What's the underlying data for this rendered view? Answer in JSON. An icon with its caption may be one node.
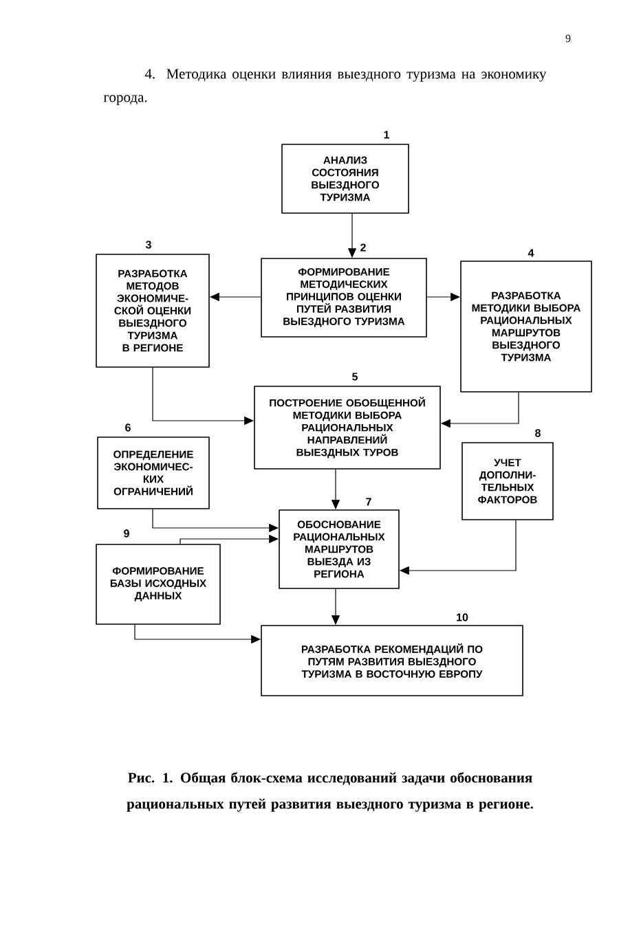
{
  "diagram": {
    "caption": "Рис. 1. Общая блок-схема исследований задачи обоснования рациональных путей развития выездного туризма в регионе.",
    "nodes": [
      {
        "text": [
          "АНАЛИЗ СОСТОЯНИЯ ВЫЕЗДНОГО ТУРИЗМА"
        ],
        "beside": [
          "1"
        ]
      },
      {
        "text": [
          "ФОРМИРОВАНИЕ МЕТОДИЧЕСКИХ ПРИНЦИПОВ ОЦЕНКИ ПУТЕЙ РАЗВИТИЯ ВЫЕЗДНОГО ТУРИЗМА"
        ],
        "beside": [
          "2"
        ]
      },
      {
        "text": [
          "РАЗРАБОТКА МЕТОДОВ ЭКОНОМИЧЕ-СКОЙ ОЦЕНКИ ВЫЕЗДНОГО ТУРИЗМА В РЕГИОНЕ"
        ],
        "beside": [
          "3"
        ]
      },
      {
        "text": [
          "РАЗРАБОТКА МЕТОДИКИ ВЫБОРА РАЦИОНАЛЬНЫХ МАРШРУТОВ ВЫЕЗДНОГО ТУРИЗМА"
        ],
        "beside": [
          "4"
        ]
      },
      {
        "text": [
          "ПОСТРОЕНИЕ ОБОБЩЕННОЙ МЕТОДИКИ ВЫБОРА РАЦИОНАЛЬНЫХ НАПРАВЛЕНИЙ ВЫЕЗДНЫХ ТУРОВ"
        ],
        "beside": [
          "5"
        ]
      },
      {
        "text": [
          "ОПРЕДЕЛЕНИЕ ЭКОНОМИЧЕС-КИХ ОГРАНИЧЕНИЙ"
        ],
        "beside": [
          "6"
        ]
      },
      {
        "text": [
          "ОБОСНОВАНИЕ РАЦИОНАЛЬНЫХ МАРШРУТОВ ВЫЕЗДА ИЗ РЕГИОНА"
        ],
        "beside": [
          "7"
        ]
      },
      {
        "text": [
          "УЧЕТ ДОПОЛНИ-ТЕЛЬНЫХ ФАКТОРОВ"
        ],
        "beside": [
          "8"
        ]
      },
      {
        "text": [
          "ФОРМИРОВАНИЕ БАЗЫ ИСХОДНЫХ ДАННЫХ"
        ],
        "beside": [
          "9"
        ]
      },
      {
        "text": [
          "РАЗРАБОТКА РЕКОМЕНДАЦИЙ ПО ПУТЯМ РАЗВИТИЯ ВЫЕЗДНОГО ТУРИЗМА В ВОСТОЧНУЮ ЕВРОПУ"
        ],
        "beside": [
          "10"
        ]
      }
    ],
    "edges": [
      {
        "from": 0,
        "to": 1,
        "arrow": "to"
      },
      {
        "from": 1,
        "to": 2,
        "arrow": "to"
      },
      {
        "from": 1,
        "to": 3,
        "arrow": "to"
      },
      {
        "from": 2,
        "to": 4,
        "arrow": "to"
      },
      {
        "from": 3,
        "to": 4,
        "arrow": "to"
      },
      {
        "from": 4,
        "to": 6,
        "arrow": "to"
      },
      {
        "from": 5,
        "to": 6,
        "arrow": "to"
      },
      {
        "from": 8,
        "to": 6,
        "arrow": "to"
      },
      {
        "from": 7,
        "to": 6,
        "arrow": "to"
      },
      {
        "from": 6,
        "to": 9,
        "arrow": "to"
      },
      {
        "from": 8,
        "to": 9,
        "arrow": "to"
      }
    ],
    "labels": [
      "9",
      "4. Методика оценки влияния выездного туризма на экономику города."
    ]
  }
}
